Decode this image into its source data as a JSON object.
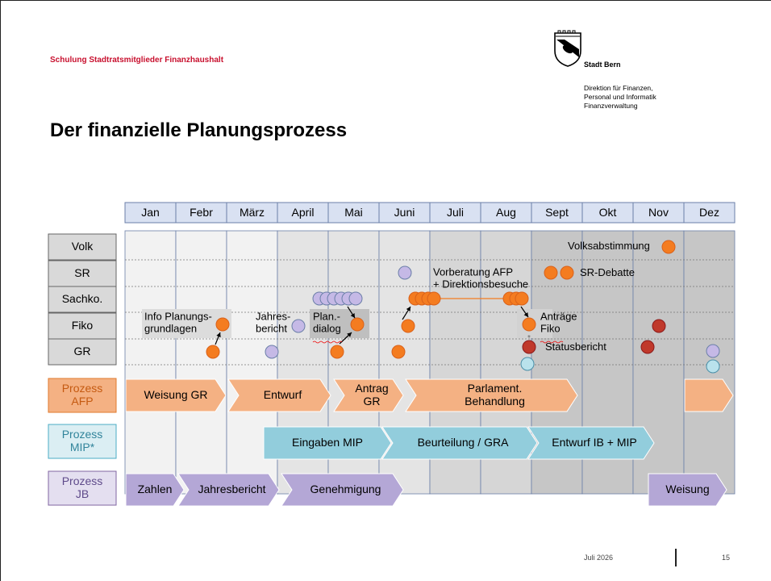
{
  "header": {
    "course": "Schulung Stadtratsmitglieder Finanzhaushalt",
    "city": "Stadt Bern",
    "dept_lines": [
      "Direktion für Finanzen,",
      "Personal und Informatik",
      "Finanzverwaltung"
    ],
    "title": "Der finanzielle Planungsprozess"
  },
  "colors": {
    "orange": "#f4b183",
    "orangeStroke": "#e07a2e",
    "dot": "#f47c20",
    "blue": "#92cddc",
    "purple": "#b4a7d6",
    "purpleDot": "#c5b9e6",
    "red": "#c0392b",
    "header": "#d9e1f2"
  },
  "months": [
    "Jan",
    "Febr",
    "März",
    "April",
    "Mai",
    "Juni",
    "Juli",
    "Aug",
    "Sept",
    "Okt",
    "Nov",
    "Dez"
  ],
  "rows": [
    "Volk",
    "SR",
    "Sachko.",
    "Fiko",
    "GR"
  ],
  "processes": {
    "afp": {
      "label": "Prozess\nAFP",
      "chevrons": [
        "Weisung GR",
        "Entwurf",
        "Antrag\nGR",
        "Parlament.\nBehandlung",
        ""
      ]
    },
    "mip": {
      "label": "Prozess\nMIP*",
      "chevrons": [
        "Eingaben MIP",
        "Beurteilung / GRA",
        "Entwurf IB + MIP"
      ]
    },
    "jb": {
      "label": "Prozess\nJB",
      "chevrons": [
        "Zahlen",
        "Jahresbericht",
        "Genehmigung",
        "Weisung"
      ]
    }
  },
  "annotations": {
    "info": "Info Planungs-\ngrundlagen",
    "jahres": "Jahres-\nbericht",
    "plan": "Plan.-\ndialog",
    "vorberatung": "Vorberatung AFP\n+ Direktionsbesuche",
    "antraege": "Anträge\nFiko",
    "volksabstimmung": "Volksabstimmung",
    "srdebatte": "SR-Debatte",
    "statusbericht": "Statusbericht",
    "asterisk": "*"
  },
  "footer": {
    "date": "Juli 2026",
    "page": "15"
  }
}
